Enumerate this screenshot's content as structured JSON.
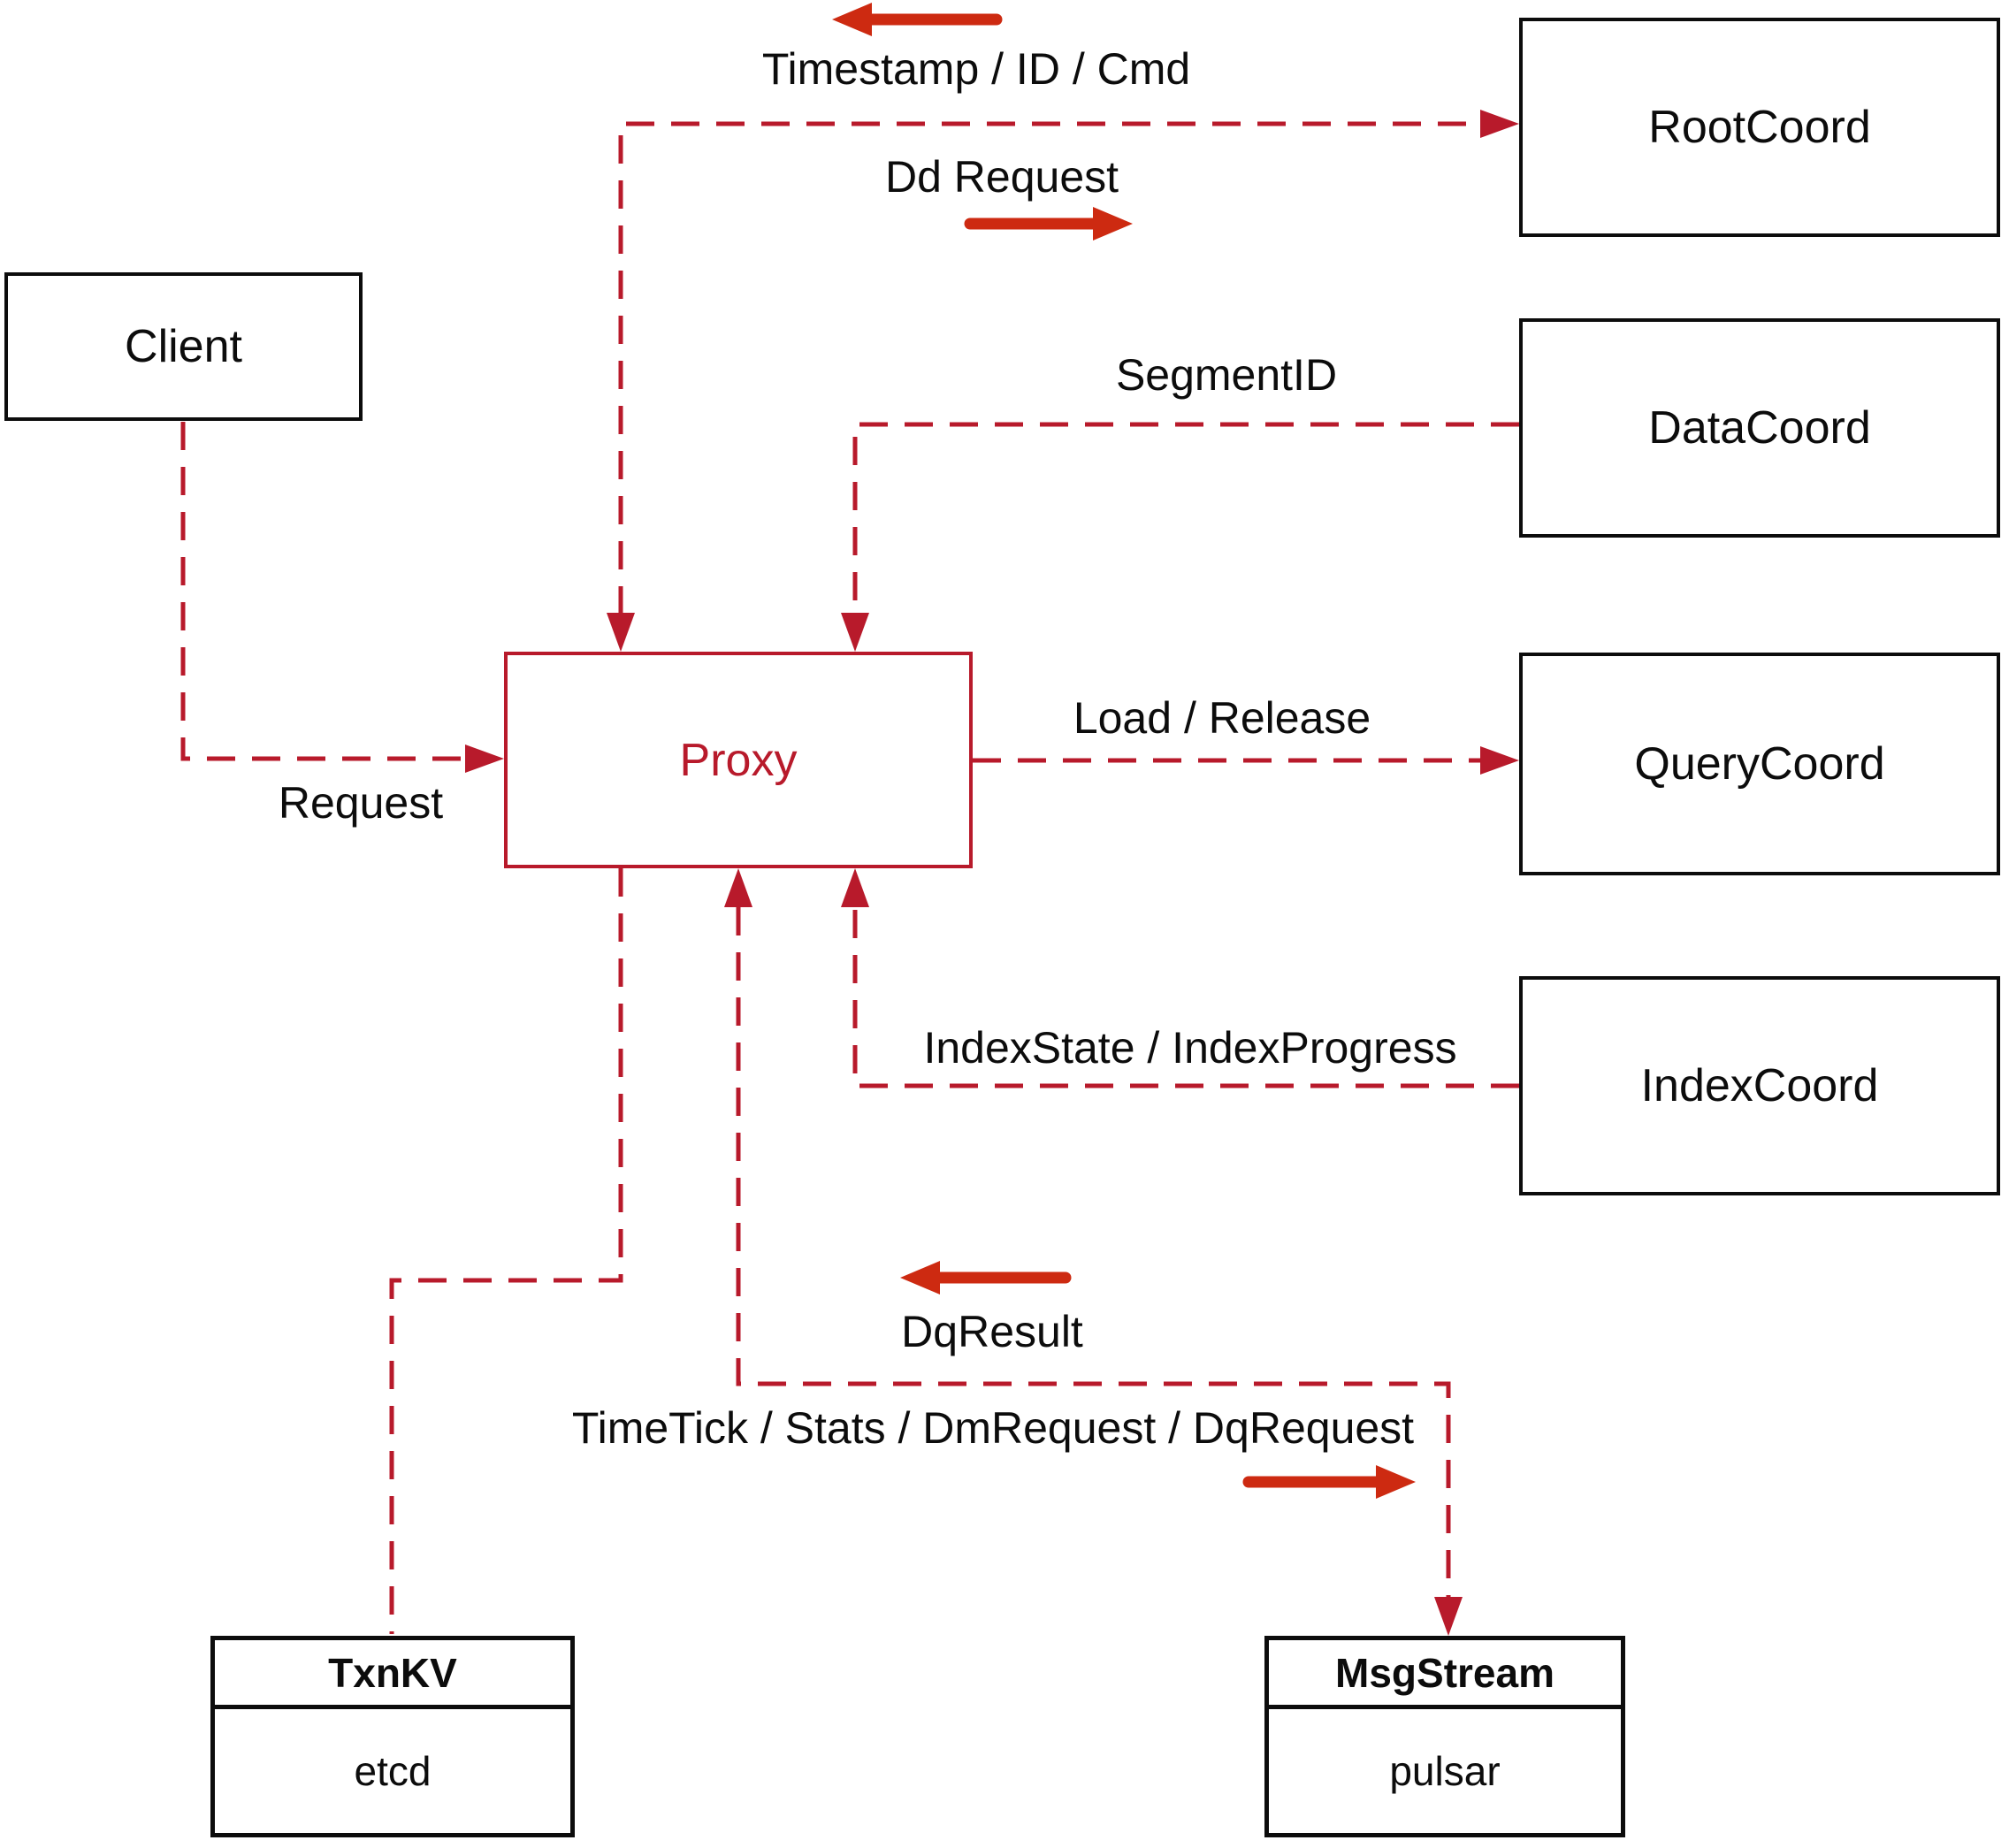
{
  "diagram": {
    "nodes": {
      "client": "Client",
      "proxy": "Proxy",
      "root_coord": "RootCoord",
      "data_coord": "DataCoord",
      "query_coord": "QueryCoord",
      "index_coord": "IndexCoord"
    },
    "stores": {
      "txn_kv": {
        "title": "TxnKV",
        "impl": "etcd"
      },
      "msg_stream": {
        "title": "MsgStream",
        "impl": "pulsar"
      }
    },
    "edge_labels": {
      "timestamp": "Timestamp / ID / Cmd",
      "dd_request": "Dd Request",
      "segment_id": "SegmentID",
      "load_release": "Load / Release",
      "index_state": "IndexState / IndexProgress",
      "dq_result": "DqResult",
      "time_tick": "TimeTick / Stats / DmRequest / DqRequest",
      "request": "Request"
    },
    "colors": {
      "dashed_line": "#b81a2b",
      "annotation_arrow": "#cd2a11",
      "box_border": "#0c0c0c",
      "proxy_accent": "#b81a2b",
      "text": "#0c0c0c",
      "background": "#ffffff"
    }
  }
}
